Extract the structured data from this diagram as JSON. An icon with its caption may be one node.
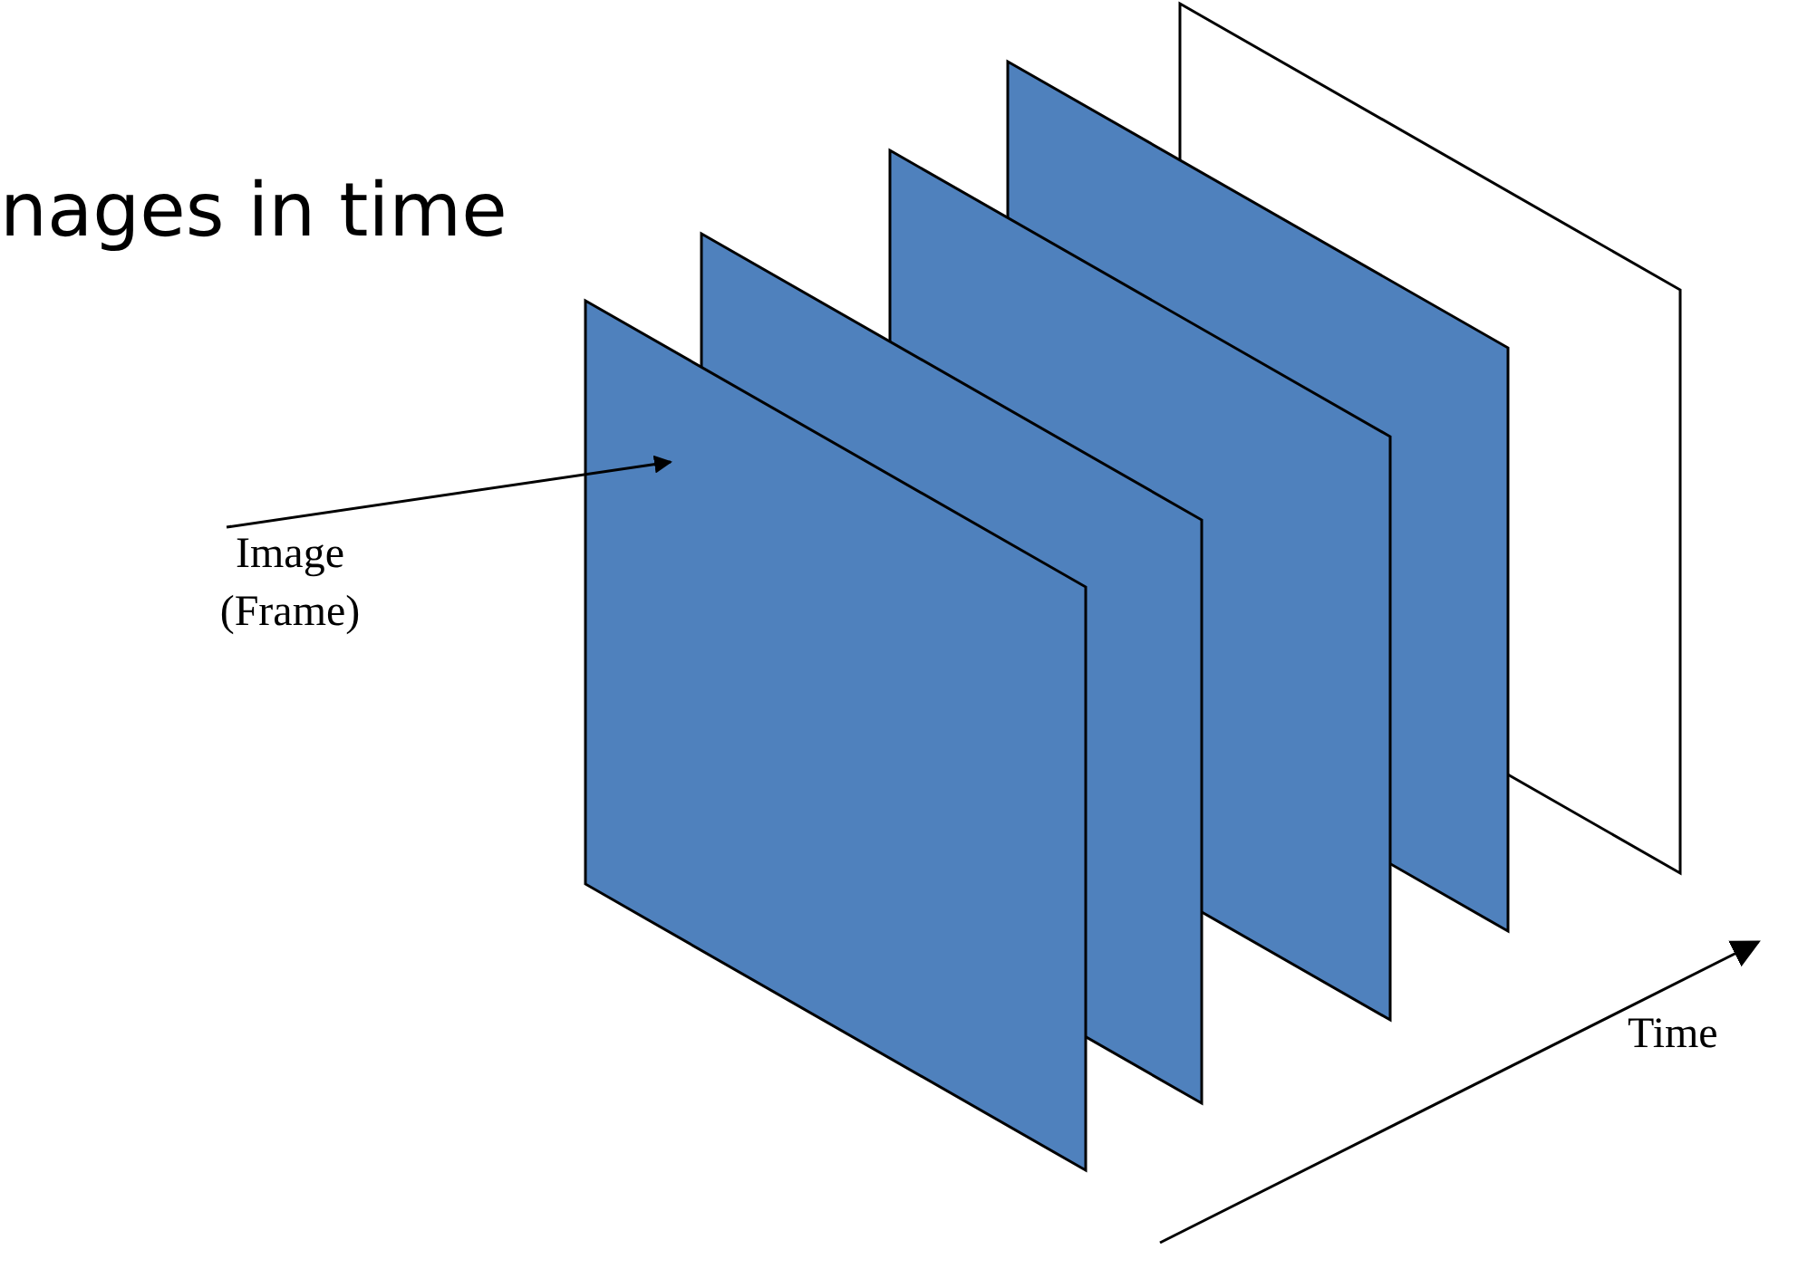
{
  "diagram": {
    "title": "nages in time",
    "nodes": [
      {
        "text": [
          "Image (Frame)"
        ]
      },
      {
        "text": [],
        "shape": "box"
      },
      {
        "text": [],
        "shape": "box"
      },
      {
        "text": [],
        "shape": "box"
      },
      {
        "text": [],
        "shape": "box"
      },
      {
        "text": [],
        "shape": "box"
      }
    ],
    "edges": [
      {
        "from": 0,
        "to": 1,
        "arrow": "to"
      }
    ],
    "labels": [
      "Time"
    ]
  }
}
